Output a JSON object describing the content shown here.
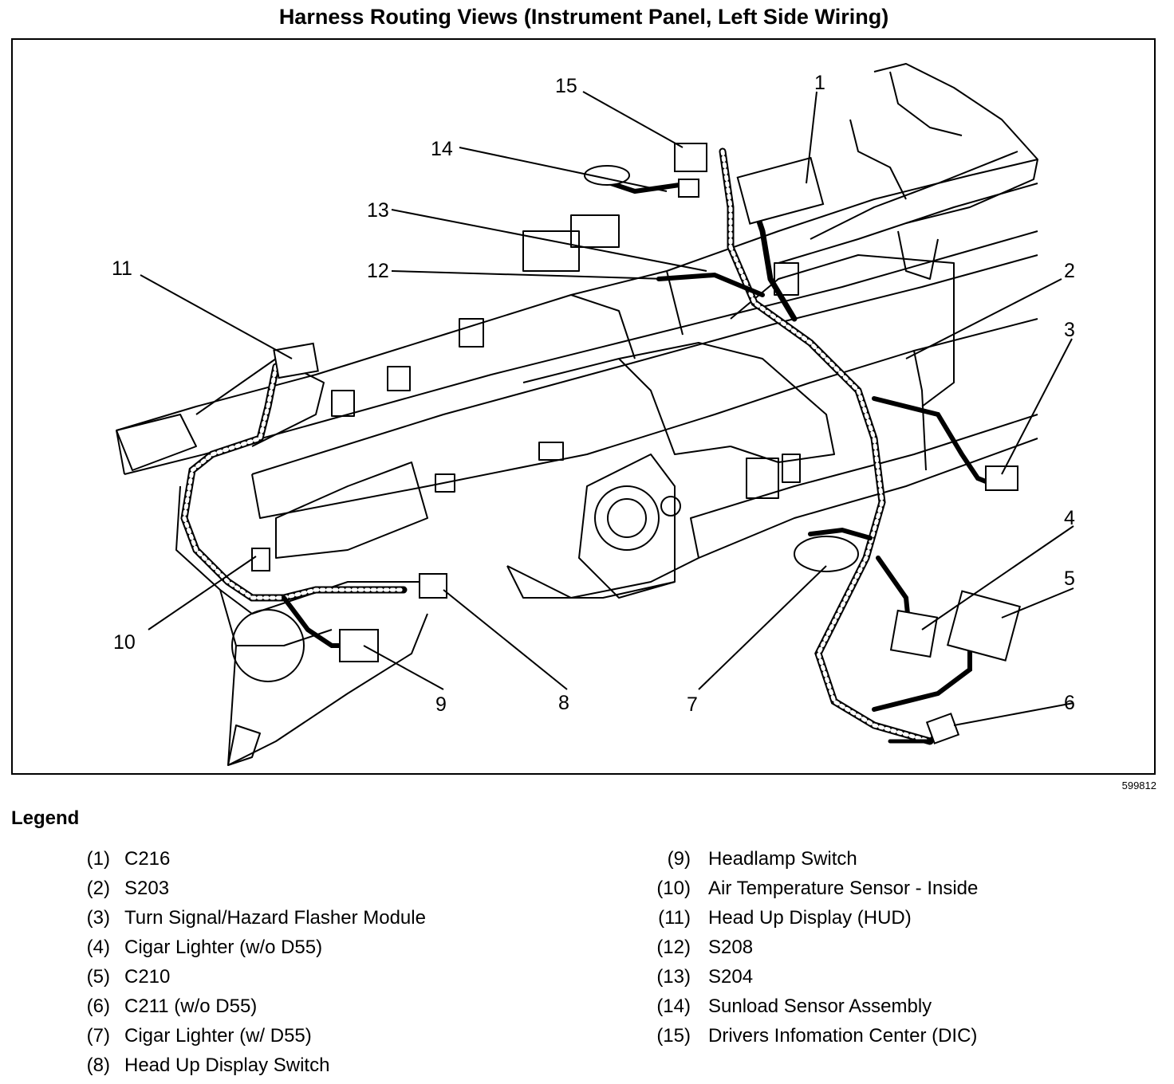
{
  "title": "Harness Routing Views (Instrument Panel, Left Side Wiring)",
  "figure_id": "599812",
  "legend": {
    "heading": "Legend",
    "items": [
      {
        "num": "(1)",
        "label": "C216"
      },
      {
        "num": "(2)",
        "label": "S203"
      },
      {
        "num": "(3)",
        "label": "Turn Signal/Hazard Flasher Module"
      },
      {
        "num": "(4)",
        "label": "Cigar Lighter (w/o D55)"
      },
      {
        "num": "(5)",
        "label": "C210"
      },
      {
        "num": "(6)",
        "label": "C211 (w/o D55)"
      },
      {
        "num": "(7)",
        "label": "Cigar Lighter (w/ D55)"
      },
      {
        "num": "(8)",
        "label": "Head Up Display Switch"
      },
      {
        "num": "(9)",
        "label": "Headlamp Switch"
      },
      {
        "num": "(10)",
        "label": "Air Temperature Sensor - Inside"
      },
      {
        "num": "(11)",
        "label": "Head Up Display (HUD)"
      },
      {
        "num": "(12)",
        "label": "S208"
      },
      {
        "num": "(13)",
        "label": "S204"
      },
      {
        "num": "(14)",
        "label": "Sunload Sensor Assembly"
      },
      {
        "num": "(15)",
        "label": "Drivers Infomation Center (DIC)"
      }
    ]
  },
  "callouts": [
    "1",
    "2",
    "3",
    "4",
    "5",
    "6",
    "7",
    "8",
    "9",
    "10",
    "11",
    "12",
    "13",
    "14",
    "15"
  ]
}
